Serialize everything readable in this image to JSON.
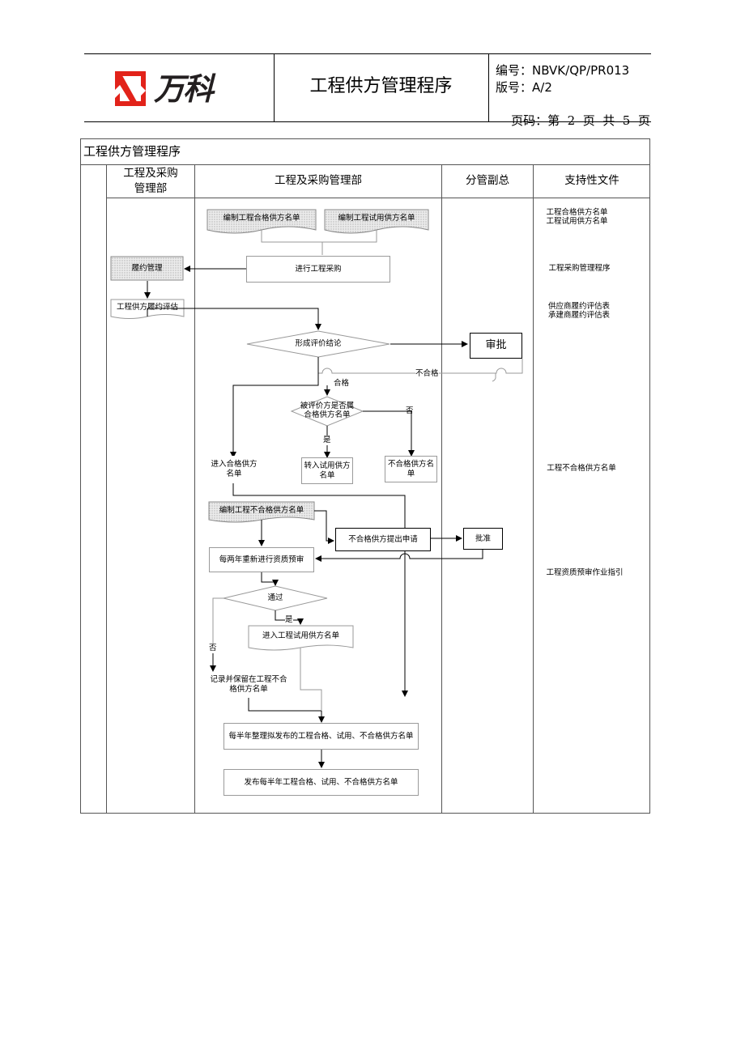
{
  "header": {
    "company": "万科",
    "title": "工程供方管理程序",
    "doc_no": "编号：NBVK/QP/PR013",
    "version": "版号：A/2",
    "page_label": "页码：",
    "page_info": "第  2  页  共  5  页"
  },
  "section_title": "工程供方管理程序",
  "columns": {
    "col1": "工程及采购\n管理部",
    "col2": "工程及采购管理部",
    "col3": "分管副总",
    "col4": "支持性文件"
  },
  "flow": {
    "doc_qualified": "编制工程合格供方名单",
    "doc_trial": "编制工程试用供方名单",
    "procure": "进行工程采购",
    "contract_mgmt": "履约管理",
    "contract_eval": "工程供方履约评估",
    "form_conclusion": "形成评价结论",
    "approve": "审批",
    "unqualified": "不合格",
    "qualified": "合格",
    "in_list_q": "被评价方是否属\n合格供方名单",
    "no": "否",
    "yes": "是",
    "enter_qualified": "进入合格供方\n名单",
    "to_trial": "转入试用供方\n名单",
    "unqualified_list": "不合格供方名\n单",
    "doc_unqualified": "编制工程不合格供方名单",
    "unqualified_apply": "不合格供方提出申请",
    "ratify": "批准",
    "reprequal": "每两年重新进行资质预审",
    "pass": "通过",
    "yes2": "是",
    "enter_trial": "进入工程试用供方名单",
    "no2": "否",
    "record_keep": "记录并保留在工程不合\n格供方名单",
    "half_year_compile": "每半年整理拟发布的工程合格、试用、不合格供方名单",
    "half_year_publish": "发布每半年工程合格、试用、不合格供方名单"
  },
  "support_docs": {
    "d1": "工程合格供方名单\n工程试用供方名单",
    "d2": "工程采购管理程序",
    "d3": "供应商履约评估表\n承建商履约评估表",
    "d4": "工程不合格供方名单",
    "d5": "工程资质预审作业指引"
  },
  "colors": {
    "logo_red": "#e2231a",
    "logo_dark": "#231f20",
    "shade": "#d9d9d9"
  }
}
